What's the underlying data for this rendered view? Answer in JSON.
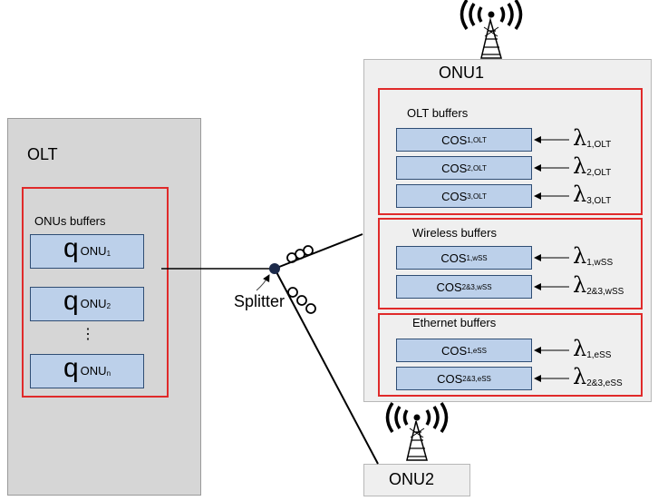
{
  "olt": {
    "title": "OLT",
    "buffers_label": "ONUs buffers",
    "queues": [
      {
        "q": "q",
        "label": "ONU",
        "sub": "1"
      },
      {
        "q": "q",
        "label": "ONU",
        "sub": "2"
      },
      {
        "q": "q",
        "label": "ONU",
        "sub": "n"
      }
    ],
    "ellipsis": "⋮"
  },
  "splitter_label": "Splitter",
  "onu1": {
    "title": "ONU1",
    "olt_buffers": {
      "label": "OLT buffers",
      "queues": [
        {
          "name": "COS",
          "sub": "1,OLT",
          "lambda_sub": "1,OLT"
        },
        {
          "name": "COS",
          "sub": "2,OLT",
          "lambda_sub": "2,OLT"
        },
        {
          "name": "COS",
          "sub": "3,OLT",
          "lambda_sub": "3,OLT"
        }
      ]
    },
    "wireless_buffers": {
      "label": "Wireless buffers",
      "queues": [
        {
          "name": "COS",
          "sub": "1,wSS",
          "lambda_sub": "1,wSS"
        },
        {
          "name": "COS",
          "sub": "2&3,wSS",
          "lambda_sub": "2&3,wSS"
        }
      ]
    },
    "ethernet_buffers": {
      "label": "Ethernet buffers",
      "queues": [
        {
          "name": "COS",
          "sub": "1,eSS",
          "lambda_sub": "1,eSS"
        },
        {
          "name": "COS",
          "sub": "2&3,eSS",
          "lambda_sub": "2&3,eSS"
        }
      ]
    }
  },
  "onu2": {
    "title": "ONU2"
  },
  "lambda_symbol": "λ",
  "colors": {
    "olt_panel": "#d6d6d6",
    "onu_panel": "#efefef",
    "group_border": "#e02a2a",
    "buffer_fill": "#bcd0ea",
    "buffer_border": "#2f4d74"
  }
}
